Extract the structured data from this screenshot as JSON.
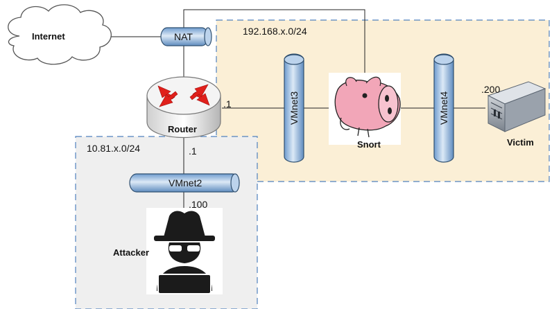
{
  "networks": {
    "internal_subnet": "192.168.x.0/24",
    "attacker_subnet": "10.81.x.0/24"
  },
  "nodes": {
    "internet": "Internet",
    "nat": "NAT",
    "router": "Router",
    "snort": "Snort",
    "victim": "Victim",
    "attacker": "Attacker"
  },
  "switches": {
    "vmnet2": "VMnet2",
    "vmnet3": "VMnet3",
    "vmnet4": "VMnet4"
  },
  "addresses": {
    "router_internal": ".1",
    "router_attacker": ".1",
    "victim": ".200",
    "attacker": ".100"
  },
  "colors": {
    "internal_zone_fill": "#fbefd6",
    "attacker_zone_fill": "#efefef",
    "zone_border": "#4f81bd",
    "pipe_light": "#dce6f2",
    "pipe_dark": "#8eb4e3",
    "pipe_border": "#2f4f6f",
    "arrow_red": "#e0201b",
    "snort_pink": "#f2a6b8"
  },
  "icons": {
    "internet": "cloud-icon",
    "router": "router-icon",
    "snort": "snort-pig-icon",
    "victim": "server-icon",
    "attacker": "hacker-icon"
  }
}
